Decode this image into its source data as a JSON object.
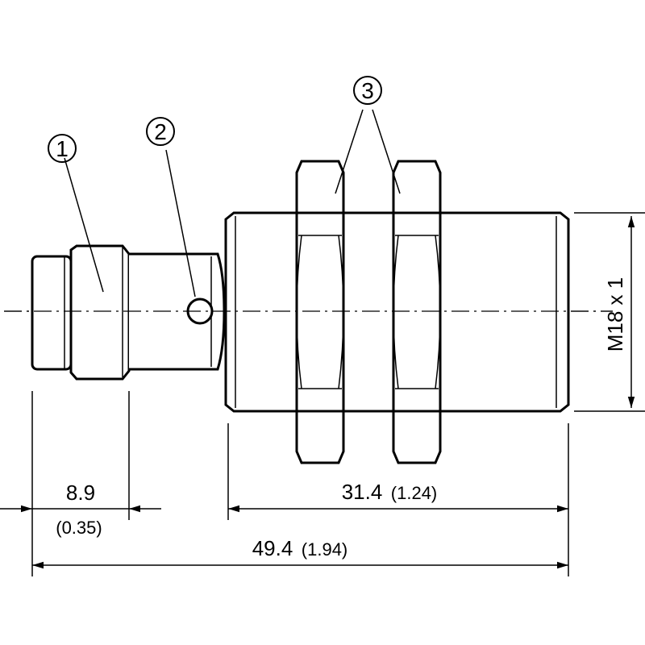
{
  "callouts": [
    {
      "label": "1"
    },
    {
      "label": "2"
    },
    {
      "label": "3"
    }
  ],
  "dimensions": {
    "thread": "M18 x 1",
    "connector_length": {
      "mm": "8.9",
      "inch": "(0.35)"
    },
    "thread_length": {
      "mm": "31.4",
      "inch": "(1.24)"
    },
    "overall_length": {
      "mm": "49.4",
      "inch": "(1.94)"
    }
  }
}
